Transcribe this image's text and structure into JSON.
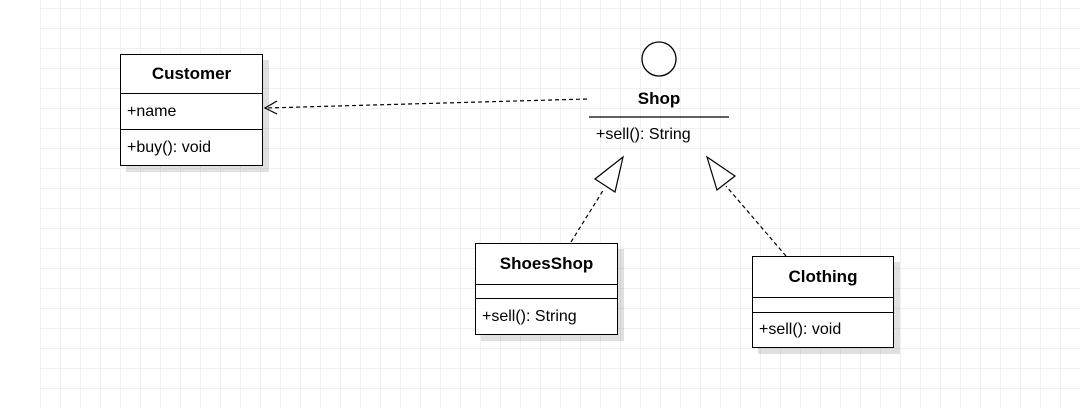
{
  "diagram": {
    "colors": {
      "line": "#000000",
      "grid": "#f0f0f0",
      "background": "#ffffff"
    },
    "classes": {
      "customer": {
        "name": "Customer",
        "attributes": [
          "+name"
        ],
        "operations": [
          "+buy(): void"
        ]
      },
      "shoesshop": {
        "name": "ShoesShop",
        "attributes": [],
        "operations": [
          "+sell(): String"
        ]
      },
      "clothing": {
        "name": "Clothing",
        "attributes": [],
        "operations": [
          "+sell(): void"
        ]
      }
    },
    "interface": {
      "name": "Shop",
      "operations": [
        "+sell(): String"
      ],
      "notation": "lollipop-circle"
    },
    "relations": [
      {
        "type": "dependency",
        "from": "Shop",
        "to": "Customer",
        "style": "dashed",
        "head": "open-arrow"
      },
      {
        "type": "realization",
        "from": "ShoesShop",
        "to": "Shop",
        "style": "dashed",
        "head": "hollow-triangle"
      },
      {
        "type": "realization",
        "from": "Clothing",
        "to": "Shop",
        "style": "dashed",
        "head": "hollow-triangle"
      }
    ]
  }
}
